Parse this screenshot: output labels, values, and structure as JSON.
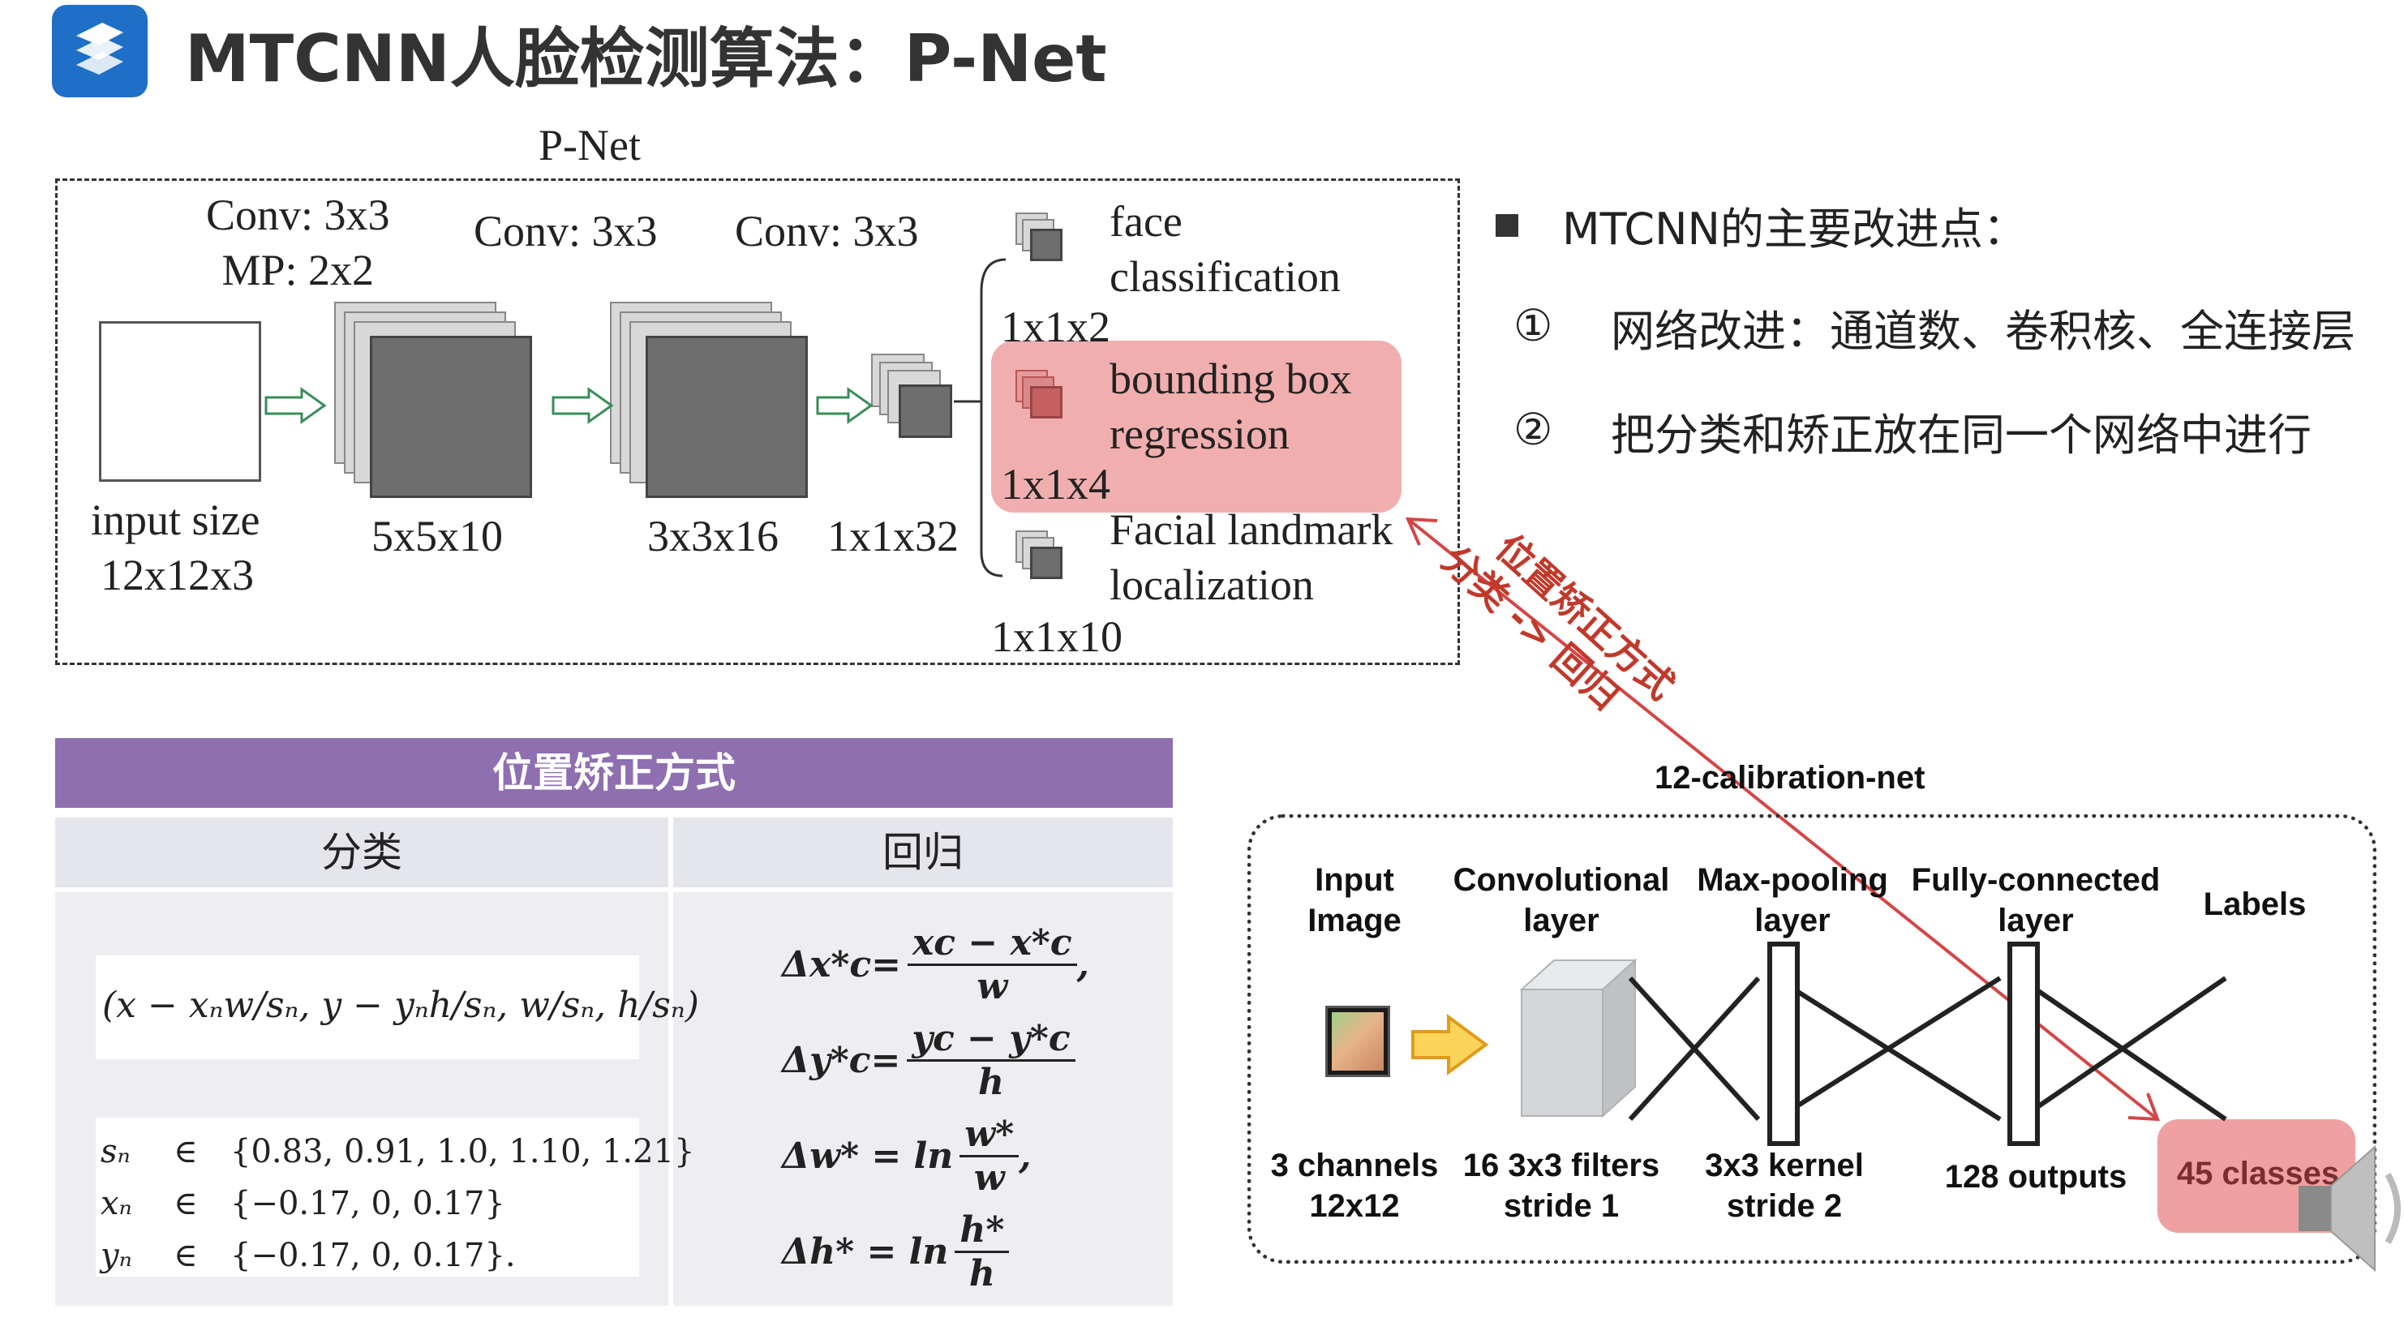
{
  "header": {
    "logo_icon": "stacked-s-logo",
    "title": "MTCNN人脸检测算法：P-Net",
    "brand_color": "#1f6fc7"
  },
  "pnet": {
    "title": "P-Net",
    "stages": [
      {
        "conv": "Conv: 3x3",
        "pool": "MP: 2x2",
        "size": "5x5x10"
      },
      {
        "conv": "Conv: 3x3",
        "size": "3x3x16"
      },
      {
        "conv": "Conv: 3x3",
        "size": "1x1x32"
      }
    ],
    "input": {
      "line1": "input size",
      "line2": "12x12x3"
    },
    "outputs": [
      {
        "line1": "face",
        "line2": "classification",
        "dim": "1x1x2"
      },
      {
        "line1": "bounding box",
        "line2": "regression",
        "dim": "1x1x4"
      },
      {
        "line1": "Facial landmark",
        "line2": "localization",
        "dim": "1x1x10"
      }
    ],
    "highlight_color": "#e87878"
  },
  "improvements": {
    "heading": "MTCNN的主要改进点：",
    "items": [
      {
        "marker": "①",
        "text": "网络改进：通道数、卷积核、全连接层"
      },
      {
        "marker": "②",
        "text": "把分类和矫正放在同一个网络中进行"
      }
    ]
  },
  "annotation": {
    "line1": "位置矫正方式",
    "line2": "分类 -> 回归",
    "color": "#c0392b"
  },
  "table": {
    "title": "位置矫正方式",
    "header_color": "#8e6fb0",
    "columns": [
      "分类",
      "回归"
    ],
    "classification": {
      "formula": "(x − xₙw/sₙ, y − yₙh/sₙ, w/sₙ, h/sₙ)",
      "sets": [
        {
          "var": "sₙ",
          "op": "∈",
          "values": "{0.83, 0.91, 1.0, 1.10, 1.21}"
        },
        {
          "var": "xₙ",
          "op": "∈",
          "values": "{−0.17, 0, 0.17}"
        },
        {
          "var": "yₙ",
          "op": "∈",
          "values": "{−0.17, 0, 0.17}."
        }
      ]
    },
    "regression": {
      "eq1_lhs": "Δx*c=",
      "eq1_num": "xc − x*c",
      "eq1_den": "w",
      "eq2_lhs": "Δy*c=",
      "eq2_num": "yc − y*c",
      "eq2_den": "h",
      "eq3_lhs": "Δw* = ln",
      "eq3_num": "w*",
      "eq3_den": "w",
      "eq4_lhs": "Δh* = ln",
      "eq4_num": "h*",
      "eq4_den": "h"
    }
  },
  "calibration": {
    "title": "12-calibration-net",
    "layers": [
      {
        "top": "Input\nImage",
        "bottom": "3 channels\n12x12"
      },
      {
        "top": "Convolutional\nlayer",
        "bottom": "16 3x3 filters\nstride 1"
      },
      {
        "top": "Max-pooling\nlayer",
        "bottom": "3x3 kernel\nstride 2"
      },
      {
        "top": "Fully-connected\nlayer",
        "bottom": "128 outputs"
      },
      {
        "top": "Labels",
        "bottom": "45 classes"
      }
    ],
    "speaker_icon": "speaker-icon"
  }
}
